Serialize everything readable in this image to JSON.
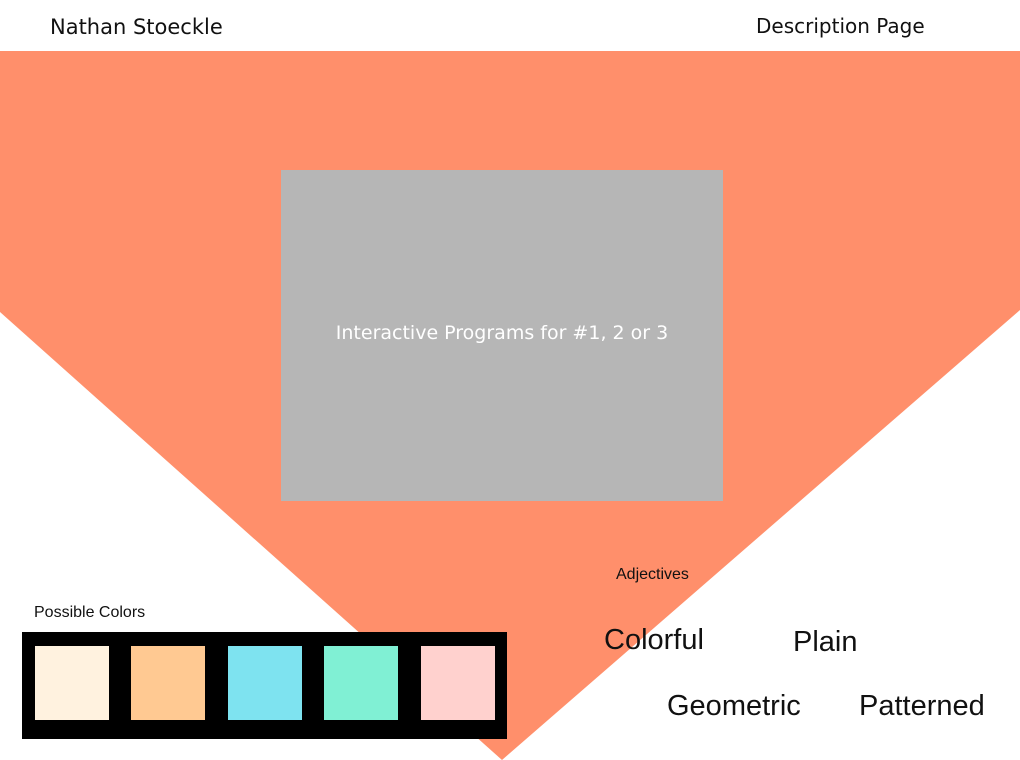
{
  "header": {
    "author": "Nathan Stoeckle",
    "page_title": "Description Page"
  },
  "background": {
    "shape_color": "#ff8f6b",
    "page_color": "#ffffff"
  },
  "program_area": {
    "label": "Interactive Programs for #1, 2 or 3",
    "fill_color": "#b6b6b6"
  },
  "palette": {
    "label": "Possible Colors",
    "strip_color": "#000000",
    "swatches": [
      {
        "name": "cream",
        "color": "#fff2df"
      },
      {
        "name": "peach",
        "color": "#ffc992"
      },
      {
        "name": "sky-blue",
        "color": "#7ee3f0"
      },
      {
        "name": "mint",
        "color": "#80f0d4"
      },
      {
        "name": "blush-pink",
        "color": "#ffd1ce"
      }
    ]
  },
  "adjectives": {
    "label": "Adjectives",
    "items": [
      "Colorful",
      "Plain",
      "Geometric",
      "Patterned"
    ]
  }
}
